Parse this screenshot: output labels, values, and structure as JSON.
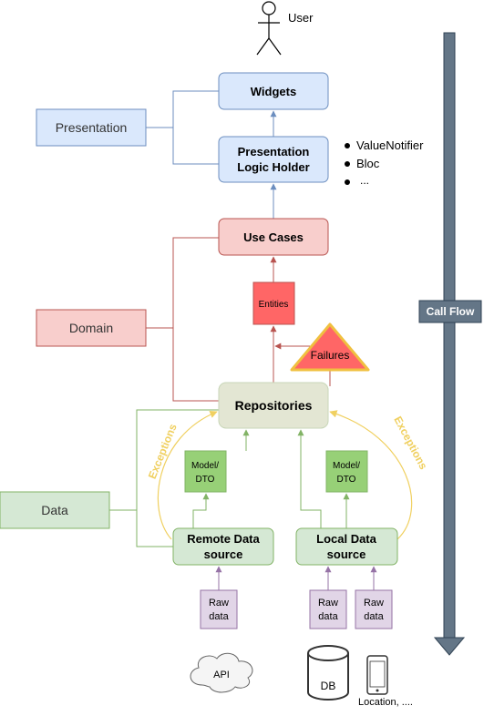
{
  "actor": {
    "label": "User"
  },
  "layers": {
    "presentation": "Presentation",
    "domain": "Domain",
    "data": "Data"
  },
  "nodes": {
    "widgets": "Widgets",
    "logic_holder": [
      "Presentation",
      "Logic Holder"
    ],
    "use_cases": "Use Cases",
    "entities": "Entities",
    "failures": "Failures",
    "repositories": "Repositories",
    "model_left": [
      "Model/",
      "DTO"
    ],
    "model_right": [
      "Model/",
      "DTO"
    ],
    "remote_source": [
      "Remote Data",
      "source"
    ],
    "local_source": [
      "Local Data",
      "source"
    ],
    "raw_remote": [
      "Raw",
      "data"
    ],
    "raw_db": [
      "Raw",
      "data"
    ],
    "raw_device": [
      "Raw",
      "data"
    ]
  },
  "logic_holder_examples": [
    "ValueNotifier",
    "Bloc",
    "..."
  ],
  "edges": {
    "exceptions_left": "Exceptions",
    "exceptions_right": "Exceptions"
  },
  "sources": {
    "api": "API",
    "db": "DB",
    "device": "Location, ...."
  },
  "call_flow": "Call Flow",
  "colors": {
    "blue_fill": "#dae8fc",
    "blue_stroke": "#6c8ebf",
    "red_fill": "#f8cecc",
    "red_stroke": "#b85450",
    "red_strong": "#ff6666",
    "green_fill": "#d5e8d4",
    "green_stroke": "#82b366",
    "green_strong": "#97d077",
    "purple_fill": "#e1d5e7",
    "purple_stroke": "#9673a6",
    "exception": "#f0d060",
    "flow": "#647687"
  }
}
